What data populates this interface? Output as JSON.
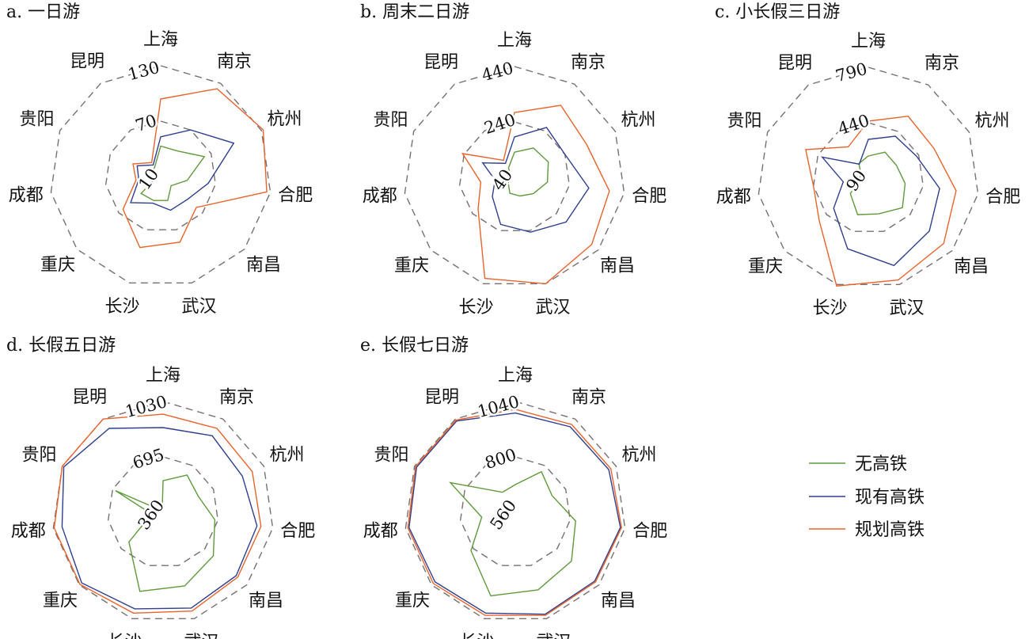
{
  "colors": {
    "none": "#5f9a3c",
    "existing": "#2f3f8e",
    "planned": "#e8642c",
    "grid": "#7a7070"
  },
  "legend": {
    "items": [
      "无高铁",
      "现有高铁",
      "规划高铁"
    ]
  },
  "chart_data": [
    {
      "type": "radar",
      "title": "a. 一日游",
      "categories": [
        "上海",
        "南京",
        "杭州",
        "合肥",
        "南昌",
        "武汉",
        "长沙",
        "重庆",
        "成都",
        "贵阳",
        "昆明"
      ],
      "range": [
        10,
        130
      ],
      "ticks": [
        "10",
        "70",
        "130"
      ],
      "series": [
        {
          "name": "无高铁",
          "values": [
            43,
            43,
            62,
            39,
            25,
            37,
            37,
            38,
            15,
            20,
            22
          ]
        },
        {
          "name": "现有高铁",
          "values": [
            53,
            70,
            97,
            62,
            48,
            48,
            40,
            53,
            34,
            38,
            25
          ]
        },
        {
          "name": "规划高铁",
          "values": [
            94,
            123,
            132,
            126,
            61,
            84,
            90,
            64,
            37,
            43,
            28
          ]
        }
      ]
    },
    {
      "type": "radar",
      "title": "b. 周末二日游",
      "categories": [
        "上海",
        "南京",
        "杭州",
        "合肥",
        "南昌",
        "武汉",
        "长沙",
        "重庆",
        "成都",
        "贵阳",
        "昆明"
      ],
      "range": [
        40,
        440
      ],
      "ticks": [
        "40",
        "240",
        "440"
      ],
      "series": [
        {
          "name": "无高铁",
          "values": [
            131,
            166,
            174,
            160,
            130,
            110,
            100,
            70,
            60,
            55,
            80
          ]
        },
        {
          "name": "现有高铁",
          "values": [
            186,
            254,
            240,
            311,
            286,
            246,
            217,
            146,
            111,
            166,
            100
          ]
        },
        {
          "name": "规划高铁",
          "values": [
            274,
            349,
            326,
            386,
            409,
            440,
            420,
            214,
            163,
            246,
            113
          ]
        }
      ]
    },
    {
      "type": "radar",
      "title": "c. 小长假三日游",
      "categories": [
        "上海",
        "南京",
        "杭州",
        "合肥",
        "南昌",
        "武汉",
        "长沙",
        "重庆",
        "成都",
        "贵阳",
        "昆明"
      ],
      "range": [
        90,
        790
      ],
      "ticks": [
        "90",
        "440",
        "790"
      ],
      "series": [
        {
          "name": "无高铁",
          "values": [
            230,
            285,
            285,
            325,
            375,
            325,
            330,
            240,
            150,
            140,
            200
          ]
        },
        {
          "name": "现有高铁",
          "values": [
            335,
            405,
            425,
            545,
            600,
            665,
            555,
            380,
            250,
            410,
            195
          ]
        },
        {
          "name": "规划高铁",
          "values": [
            450,
            555,
            545,
            650,
            720,
            760,
            800,
            500,
            440,
            525,
            325
          ]
        }
      ]
    },
    {
      "type": "radar",
      "title": "d. 长假五日游",
      "categories": [
        "上海",
        "南京",
        "杭州",
        "合肥",
        "南昌",
        "武汉",
        "长沙",
        "重庆",
        "成都",
        "贵阳",
        "昆明"
      ],
      "range": [
        360,
        1030
      ],
      "ticks": [
        "360",
        "695",
        "1030"
      ],
      "series": [
        {
          "name": "无高铁",
          "values": [
            551,
            628,
            594,
            676,
            762,
            824,
            858,
            633,
            430,
            676,
            370
          ]
        },
        {
          "name": "现有高铁",
          "values": [
            872,
            910,
            887,
            934,
            945,
            963,
            968,
            1011,
            977,
            1020,
            963
          ]
        },
        {
          "name": "规划高铁",
          "values": [
            953,
            963,
            953,
            958,
            958,
            982,
            995,
            1025,
            1025,
            1030,
            1030
          ]
        }
      ]
    },
    {
      "type": "radar",
      "title": "e. 长假七日游",
      "categories": [
        "上海",
        "南京",
        "杭州",
        "合肥",
        "南昌",
        "武汉",
        "长沙",
        "重庆",
        "成都",
        "贵阳",
        "昆明"
      ],
      "range": [
        560,
        1040
      ],
      "ticks": [
        "560",
        "800",
        "1040"
      ],
      "series": [
        {
          "name": "无高铁",
          "values": [
            680,
            769,
            735,
            824,
            882,
            910,
            937,
            814,
            707,
            869,
            663
          ]
        },
        {
          "name": "现有高铁",
          "values": [
            990,
            1000,
            1005,
            1020,
            1015,
            1020,
            1015,
            1020,
            1025,
            1030,
            1030
          ]
        },
        {
          "name": "规划高铁",
          "values": [
            1006,
            1012,
            1015,
            1025,
            1020,
            1025,
            1025,
            1030,
            1030,
            1035,
            1035
          ]
        }
      ]
    }
  ]
}
